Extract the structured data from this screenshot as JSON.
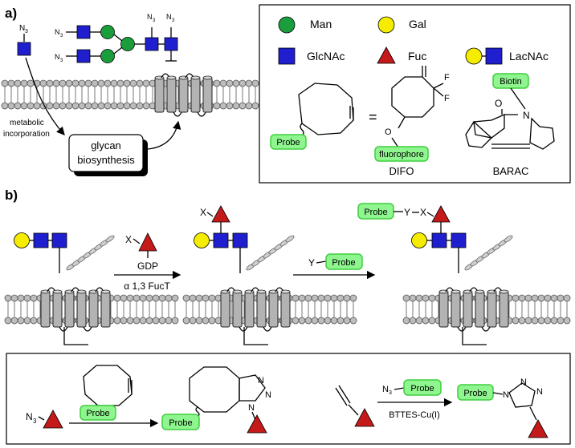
{
  "panel_a": {
    "label": "a)",
    "azide_n3": "N",
    "azide_sub": "3",
    "metabolic": "metabolic",
    "incorporation": "incorporation",
    "glycan": "glycan",
    "biosynthesis": "biosynthesis"
  },
  "legend": {
    "man": "Man",
    "gal": "Gal",
    "glcnac": "GlcNAc",
    "fuc": "Fuc",
    "lacnac": "LacNAc",
    "equals": "=",
    "difo": "DIFO",
    "barac": "BARAC",
    "fluorophore": "fluorophore",
    "biotin": "Biotin",
    "f": "F",
    "o": "O",
    "n": "N"
  },
  "panel_b": {
    "label": "b)",
    "x": "X",
    "y": "Y",
    "gdp": "GDP",
    "enzyme": "α 1,3 FucT",
    "probe": "Probe"
  },
  "bottom": {
    "n3": "N",
    "sub3": "3",
    "n": "N",
    "catalyst": "BTTES-Cu(I)"
  },
  "colors": {
    "man": "#1a9e3c",
    "gal": "#f5ec00",
    "glcnac": "#1f1fcf",
    "fuc": "#c41a1a",
    "probe_fill": "#8ff58f"
  }
}
